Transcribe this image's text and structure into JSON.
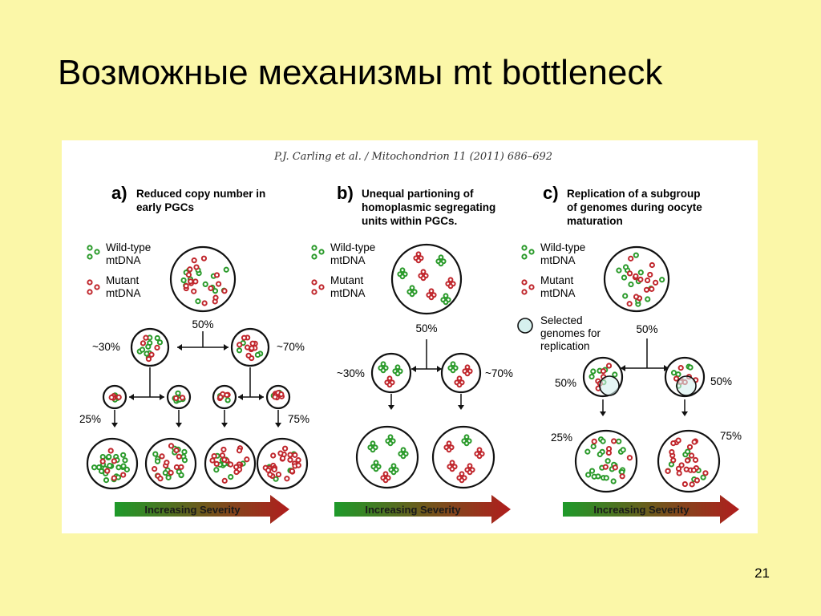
{
  "slide": {
    "title": "Возможные механизмы mt bottleneck",
    "page_number": "21"
  },
  "figure": {
    "citation": "P.J. Carling et al. / Mitochondrion 11 (2011) 686–692",
    "colors": {
      "wild_type": "#2a9a2a",
      "mutant": "#c0262c",
      "selected": "#d6f0ee"
    },
    "panels": [
      {
        "letter": "a)",
        "title_lines": [
          "Reduced copy number in",
          "early PGCs"
        ],
        "legend": {
          "wt_lines": [
            "Wild-type",
            "mtDNA"
          ],
          "mut_lines": [
            "Mutant",
            "mtDNA"
          ]
        },
        "labels": {
          "top": "50%",
          "left_mid": "~30%",
          "right_mid": "~70%",
          "bottom_left": "25%",
          "bottom_right": "75%"
        },
        "severity": "Increasing Severity"
      },
      {
        "letter": "b)",
        "title_lines": [
          "Unequal partioning of",
          "homoplasmic segregating",
          "units within PGCs."
        ],
        "legend": {
          "wt_lines": [
            "Wild-type",
            "mtDNA"
          ],
          "mut_lines": [
            "Mutant",
            "mtDNA"
          ]
        },
        "labels": {
          "top": "50%",
          "left_mid": "~30%",
          "right_mid": "~70%"
        },
        "severity": "Increasing Severity"
      },
      {
        "letter": "c)",
        "title_lines": [
          "Replication of a subgroup",
          "of genomes during oocyte",
          "maturation"
        ],
        "legend": {
          "wt_lines": [
            "Wild-type",
            "mtDNA"
          ],
          "mut_lines": [
            "Mutant",
            "mtDNA"
          ],
          "sel_lines": [
            "Selected",
            "genomes for",
            "replication"
          ]
        },
        "labels": {
          "top": "50%",
          "left_mid": "50%",
          "right_mid": "50%",
          "bottom_left": "25%",
          "bottom_right": "75%"
        },
        "severity": "Increasing Severity"
      }
    ]
  }
}
